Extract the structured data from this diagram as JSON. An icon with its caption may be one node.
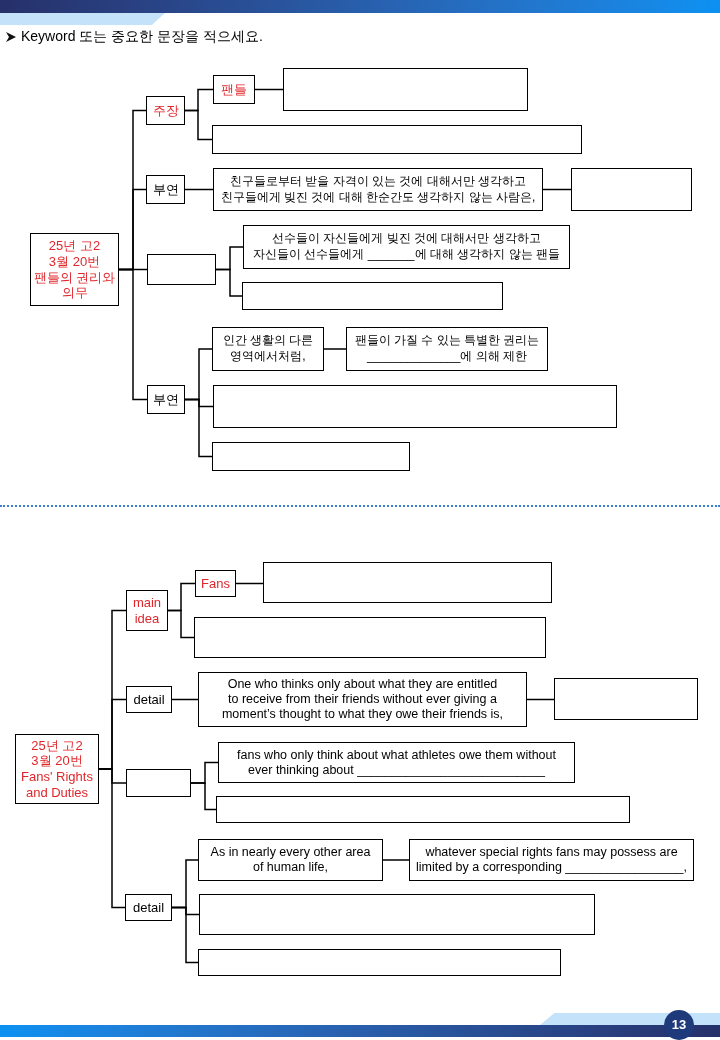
{
  "diagram": {
    "nodes": [
      {
        "text": [
          "25년 고2 3월 20번",
          "팬들의 권리와 의무"
        ]
      },
      {
        "text": [
          "주장"
        ]
      },
      {
        "text": [
          "팬들"
        ]
      },
      {
        "text": [],
        "shape": "box"
      },
      {
        "text": [],
        "shape": "box"
      },
      {
        "text": [
          "부연"
        ]
      },
      {
        "text": [
          "친구들로부터 받을 자격이 있는 것에 대해서만 생각하고 친구들에게 빚진 것에 대해 한순간도 생각하지 않는 사람은,"
        ]
      },
      {
        "text": [],
        "shape": "box"
      },
      {
        "text": [],
        "shape": "box"
      },
      {
        "text": [
          "선수들이 자신들에게 빚진 것에 대해서만 생각하고 자신들이 선수들에게 _______에 대해 생각하지 않는 팬들"
        ]
      },
      {
        "text": [],
        "shape": "box"
      },
      {
        "text": [
          "부연"
        ]
      },
      {
        "text": [
          "인간 생활의 다른 영역에서처럼,"
        ]
      },
      {
        "text": [
          "팬들이 가질 수 있는 특별한 권리는 ______________에 의해 제한"
        ]
      },
      {
        "text": [],
        "shape": "box"
      },
      {
        "text": [],
        "shape": "box"
      },
      {
        "text": [
          "25년 고2 3월 20번",
          "Fans' Rights and Duties"
        ]
      },
      {
        "text": [
          "main idea"
        ]
      },
      {
        "text": [
          "Fans"
        ]
      },
      {
        "text": [],
        "shape": "box"
      },
      {
        "text": [],
        "shape": "box"
      },
      {
        "text": [
          "detail"
        ]
      },
      {
        "text": [
          "One who thinks only about what they are entitled to receive from their friends without ever giving a moment’s thought to what they owe their friends is,"
        ]
      },
      {
        "text": [],
        "shape": "box"
      },
      {
        "text": [],
        "shape": "box"
      },
      {
        "text": [
          "fans who only think about what athletes owe them without ever thinking about ___________________________"
        ]
      },
      {
        "text": [],
        "shape": "box"
      },
      {
        "text": [
          "detail"
        ]
      },
      {
        "text": [
          "As in nearly every other area of human life,"
        ]
      },
      {
        "text": [
          "whatever special rights fans may possess are limited by a corresponding _________________,"
        ]
      },
      {
        "text": [],
        "shape": "box"
      },
      {
        "text": [],
        "shape": "box"
      }
    ],
    "edges": [
      {
        "from": 0,
        "to": 1,
        "arrow": "none"
      },
      {
        "from": 0,
        "to": 5,
        "arrow": "none"
      },
      {
        "from": 0,
        "to": 8,
        "arrow": "none"
      },
      {
        "from": 0,
        "to": 11,
        "arrow": "none"
      },
      {
        "from": 1,
        "to": 2,
        "arrow": "none"
      },
      {
        "from": 1,
        "to": 4,
        "arrow": "none"
      },
      {
        "from": 2,
        "to": 3,
        "arrow": "none"
      },
      {
        "from": 5,
        "to": 6,
        "arrow": "none"
      },
      {
        "from": 6,
        "to": 7,
        "arrow": "none"
      },
      {
        "from": 8,
        "to": 9,
        "arrow": "none"
      },
      {
        "from": 8,
        "to": 10,
        "arrow": "none"
      },
      {
        "from": 11,
        "to": 12,
        "arrow": "none"
      },
      {
        "from": 11,
        "to": 14,
        "arrow": "none"
      },
      {
        "from": 11,
        "to": 15,
        "arrow": "none"
      },
      {
        "from": 12,
        "to": 13,
        "arrow": "none"
      },
      {
        "from": 16,
        "to": 17,
        "arrow": "none"
      },
      {
        "from": 16,
        "to": 21,
        "arrow": "none"
      },
      {
        "from": 16,
        "to": 24,
        "arrow": "none"
      },
      {
        "from": 16,
        "to": 27,
        "arrow": "none"
      },
      {
        "from": 17,
        "to": 18,
        "arrow": "none"
      },
      {
        "from": 17,
        "to": 20,
        "arrow": "none"
      },
      {
        "from": 18,
        "to": 19,
        "arrow": "none"
      },
      {
        "from": 21,
        "to": 22,
        "arrow": "none"
      },
      {
        "from": 22,
        "to": 23,
        "arrow": "none"
      },
      {
        "from": 24,
        "to": 25,
        "arrow": "none"
      },
      {
        "from": 24,
        "to": 26,
        "arrow": "none"
      },
      {
        "from": 27,
        "to": 28,
        "arrow": "none"
      },
      {
        "from": 27,
        "to": 30,
        "arrow": "none"
      },
      {
        "from": 27,
        "to": 31,
        "arrow": "none"
      },
      {
        "from": 28,
        "to": 29,
        "arrow": "none"
      }
    ],
    "labels": [
      "Keyword 또는 중요한 문장을 적으세요.",
      "13"
    ]
  }
}
